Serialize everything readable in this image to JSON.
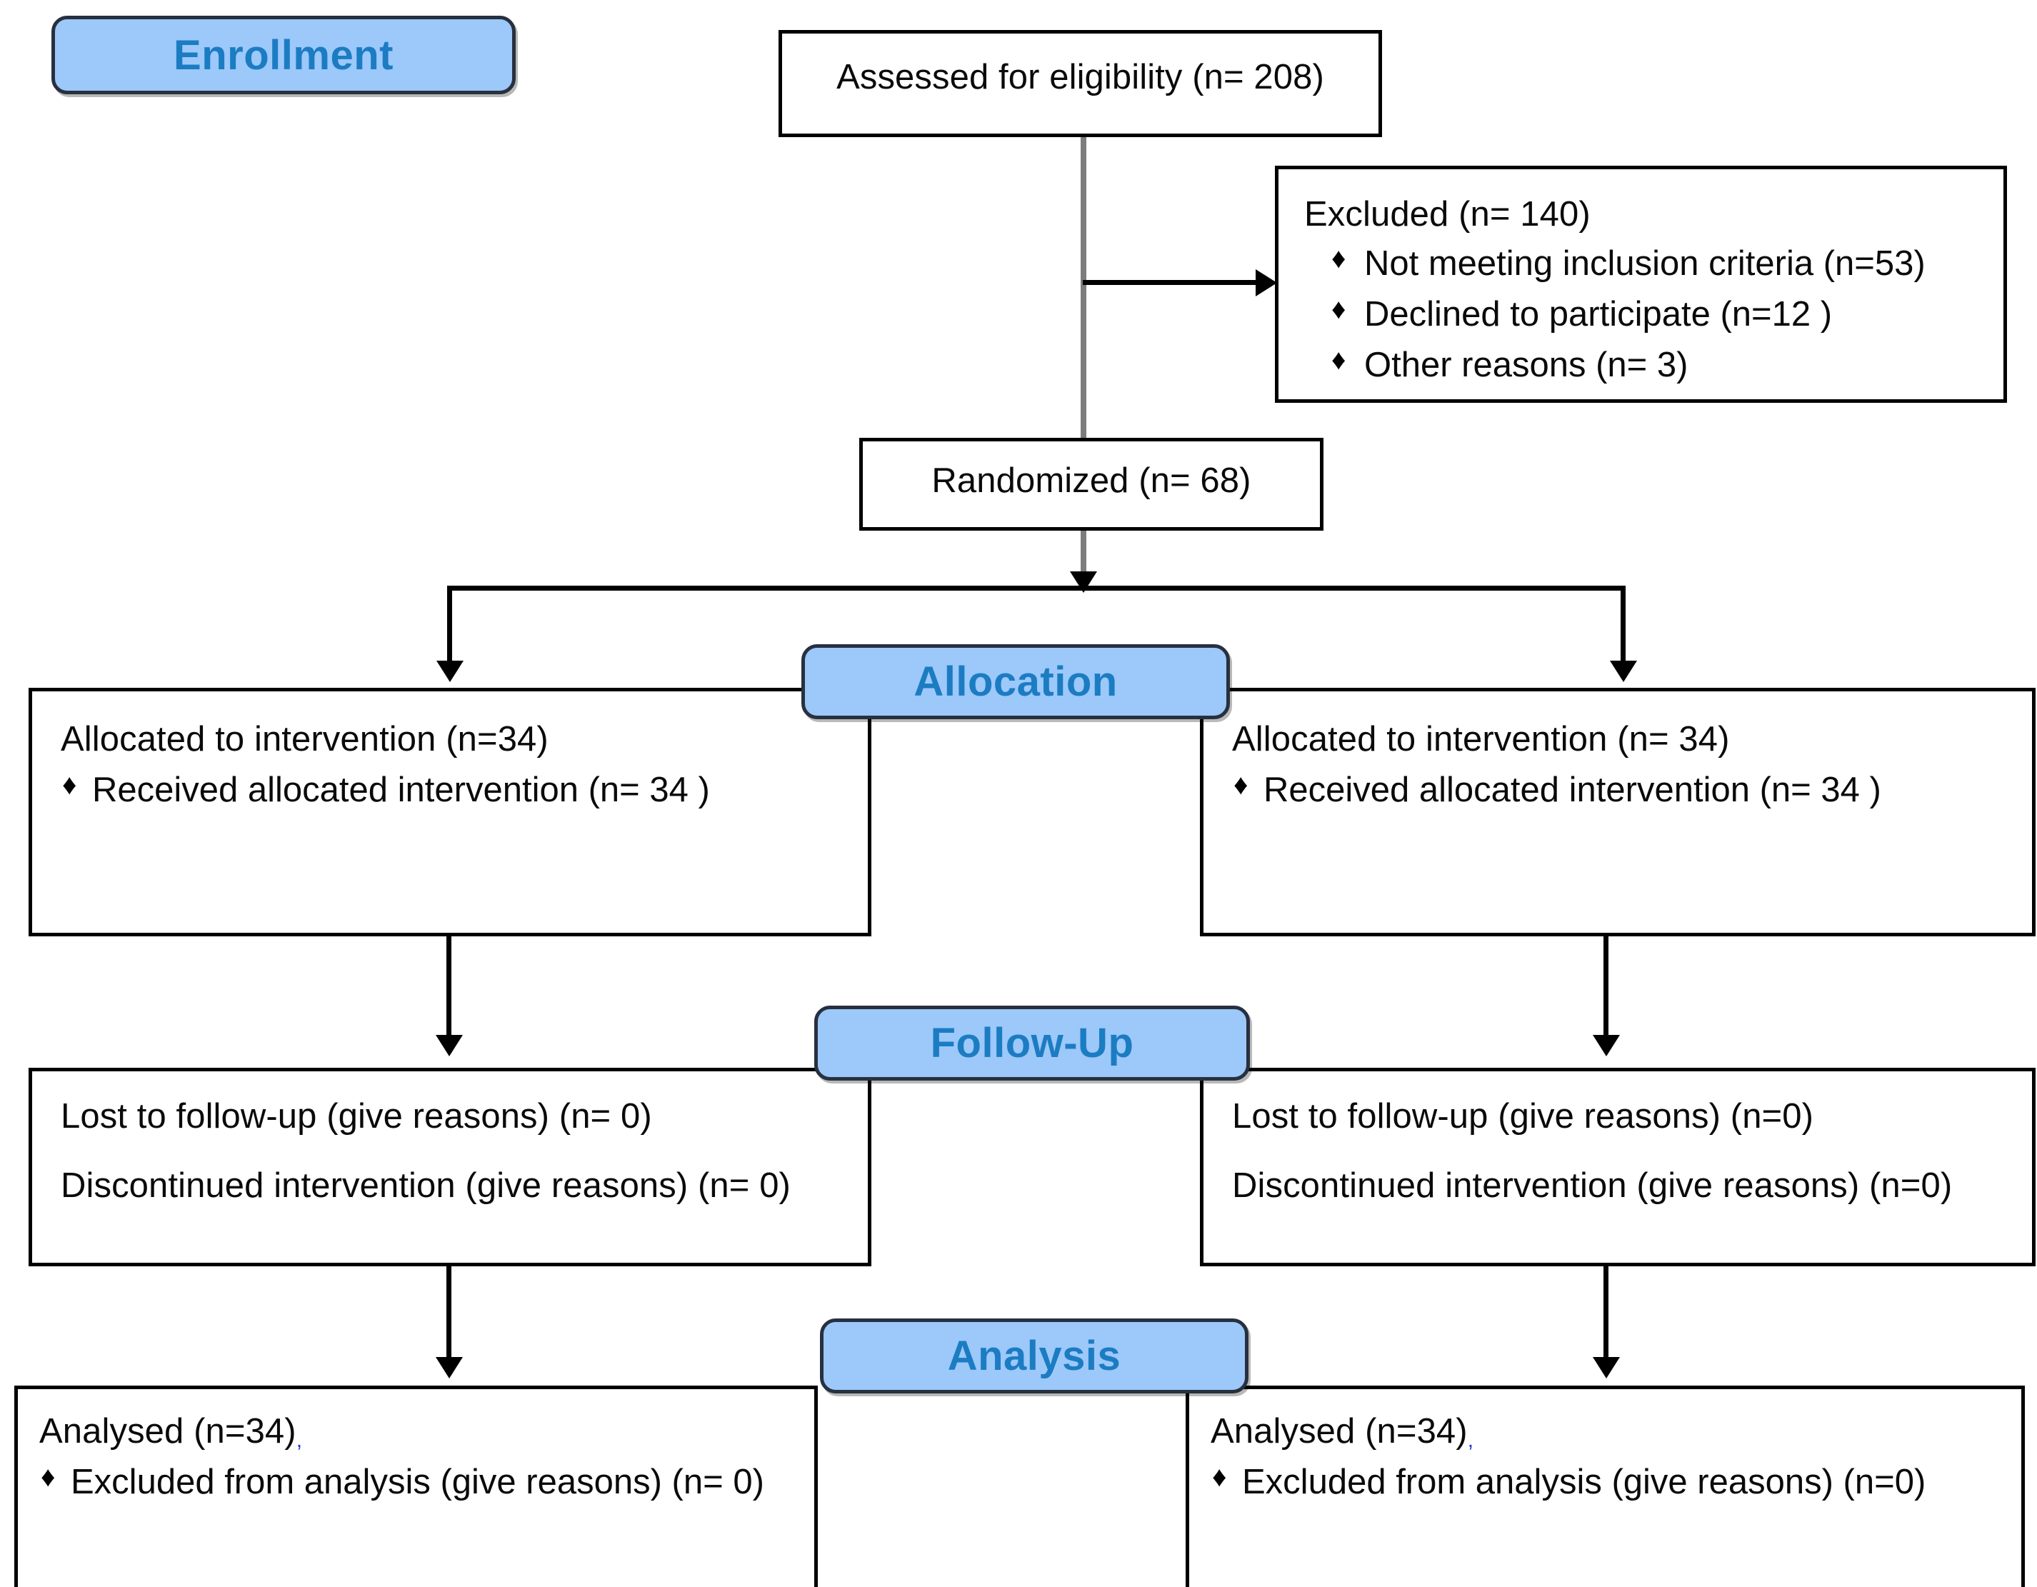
{
  "diagram": {
    "title": "CONSORT participant flow diagram",
    "colors": {
      "badge_fill": "#9CC8FA",
      "badge_border": "#28303f",
      "badge_text": "#1C7CC2",
      "box_border": "#000000",
      "box_fill": "#FFFFFF",
      "text": "#0A0A0A",
      "connector_grey": "#7D7D7D",
      "spellcheck_mark": "#2B37C8"
    },
    "stages": [
      {
        "id": "enrollment",
        "label": "Enrollment"
      },
      {
        "id": "allocation",
        "label": "Allocation"
      },
      {
        "id": "followup",
        "label": "Follow-Up"
      },
      {
        "id": "analysis",
        "label": "Analysis"
      }
    ],
    "nodes": {
      "assessed": {
        "lines": [
          "Assessed for eligibility (n= 208)"
        ]
      },
      "excluded": {
        "heading": "Excluded (n= 140)",
        "bullets": [
          "Not meeting inclusion criteria (n=53)",
          "Declined to participate (n=12 )",
          "Other reasons (n= 3)"
        ],
        "bullet_glyph": "♦"
      },
      "randomized": {
        "lines": [
          "Randomized (n= 68)"
        ]
      },
      "allocated_left": {
        "heading": "Allocated to intervention (n=34)",
        "bullets": [
          "Received allocated intervention (n= 34 )"
        ],
        "bullet_glyph": "♦"
      },
      "allocated_right": {
        "heading": "Allocated to intervention (n= 34)",
        "bullets": [
          "Received allocated intervention (n= 34 )"
        ],
        "bullet_glyph": "♦"
      },
      "followup_left": {
        "lines": [
          "Lost to follow-up (give reasons) (n= 0)",
          "Discontinued intervention (give reasons) (n= 0)"
        ]
      },
      "followup_right": {
        "lines": [
          "Lost to follow-up (give reasons) (n=0)",
          "Discontinued intervention (give reasons) (n=0)"
        ]
      },
      "analysis_left": {
        "heading": "Analysed (n=34)",
        "heading_mark": ",",
        "bullets": [
          "Excluded from analysis (give reasons) (n= 0)"
        ],
        "bullet_glyph": "♦"
      },
      "analysis_right": {
        "heading": "Analysed (n=34)",
        "heading_mark": ",",
        "bullets": [
          "Excluded from analysis (give reasons) (n=0)"
        ],
        "bullet_glyph": "♦"
      }
    }
  }
}
